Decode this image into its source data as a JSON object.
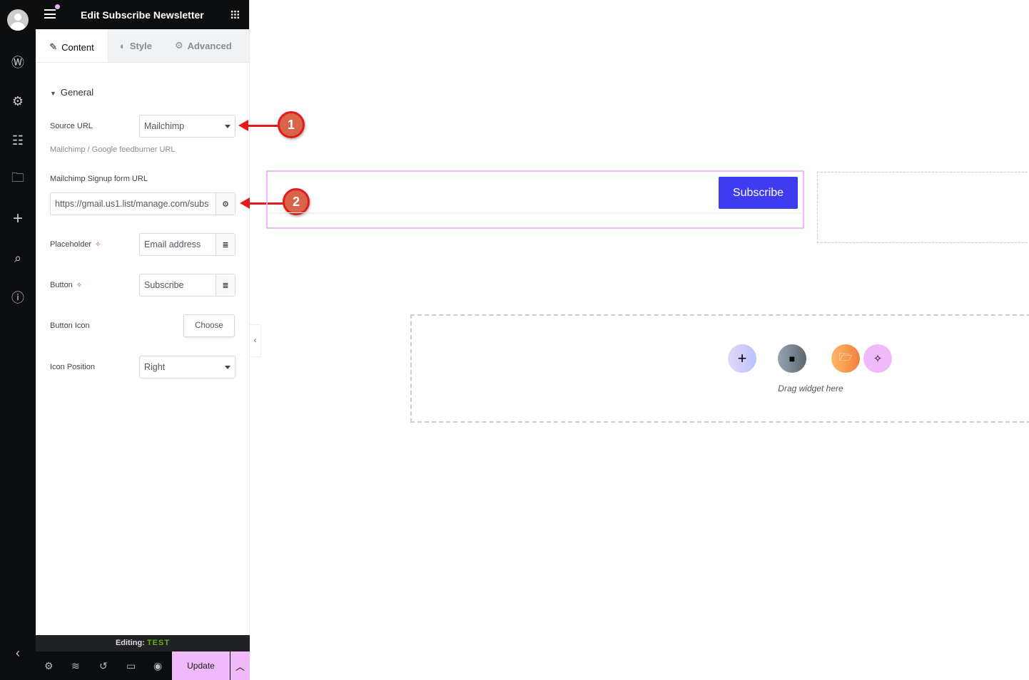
{
  "header": {
    "title": "Edit Subscribe Newsletter"
  },
  "tabs": [
    {
      "label": "Content"
    },
    {
      "label": "Style"
    },
    {
      "label": "Advanced"
    }
  ],
  "section": {
    "title": "General"
  },
  "fields": {
    "source_url": {
      "label": "Source URL",
      "value": "Mailchimp",
      "help": "Mailchimp / Google feedburner URL"
    },
    "signup_url": {
      "label": "Mailchimp Signup form URL",
      "value": "https://gmail.us1.list/manage.com/subs"
    },
    "placeholder": {
      "label": "Placeholder",
      "value": "Email address"
    },
    "button": {
      "label": "Button",
      "value": "Subscribe"
    },
    "button_icon": {
      "label": "Button Icon",
      "choose": "Choose"
    },
    "icon_position": {
      "label": "Icon Position",
      "value": "Right"
    }
  },
  "footer": {
    "editing_label": "Editing:",
    "editing_value": "TEST",
    "update": "Update"
  },
  "annotations": [
    "1",
    "2"
  ],
  "canvas": {
    "subscribe_button": "Subscribe",
    "drop_text": "Drag widget here"
  },
  "colors": {
    "accent": "#f0b9f9",
    "subscribe": "#3f3bf1",
    "annotation": "#e51b1b"
  }
}
